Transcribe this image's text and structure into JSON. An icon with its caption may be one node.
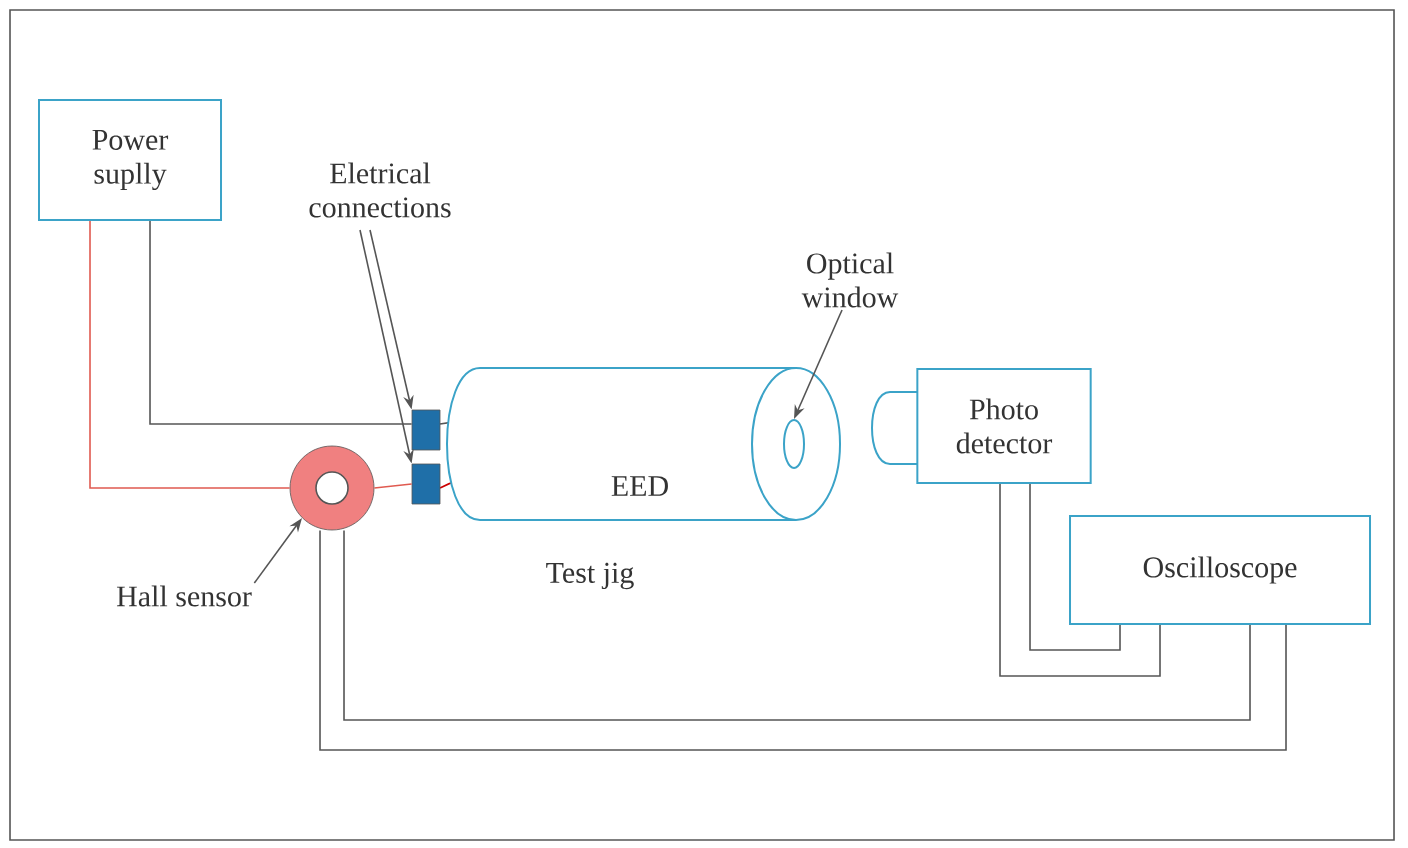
{
  "diagram": {
    "nodes": [
      {
        "text": [
          "Power suplly"
        ]
      },
      {
        "text": [
          "Eletrical connections"
        ]
      },
      {
        "text": [],
        "shape": "box"
      },
      {
        "text": [],
        "shape": "box"
      },
      {
        "text": [
          "EED"
        ],
        "beside": [
          "Test jig"
        ]
      },
      {
        "text": [
          "Optical window"
        ]
      },
      {
        "text": [],
        "shape": "circle",
        "in": 4
      },
      {
        "text": [
          "Photo detector"
        ]
      },
      {
        "text": [
          "Oscilloscope"
        ]
      },
      {
        "text": [
          "Hall sensor"
        ]
      },
      {
        "text": [],
        "shape": "circle"
      }
    ],
    "edges": [
      {
        "from": 1,
        "to": 2,
        "arrow": "to"
      },
      {
        "from": 1,
        "to": 3,
        "arrow": "to"
      },
      {
        "from": 5,
        "to": 6,
        "arrow": "to"
      },
      {
        "from": 9,
        "to": 10,
        "arrow": "to"
      },
      {
        "from": 0,
        "to": 2,
        "arrow": "none"
      },
      {
        "from": 0,
        "to": 10,
        "arrow": "none",
        "color": "#e05a50"
      },
      {
        "from": 10,
        "to": 3,
        "arrow": "none",
        "color": "#e05a50"
      },
      {
        "from": 10,
        "to": 8,
        "arrow": "none"
      },
      {
        "from": 10,
        "to": 8,
        "arrow": "none"
      },
      {
        "from": 7,
        "to": 8,
        "arrow": "none"
      },
      {
        "from": 7,
        "to": 8,
        "arrow": "none"
      }
    ]
  }
}
